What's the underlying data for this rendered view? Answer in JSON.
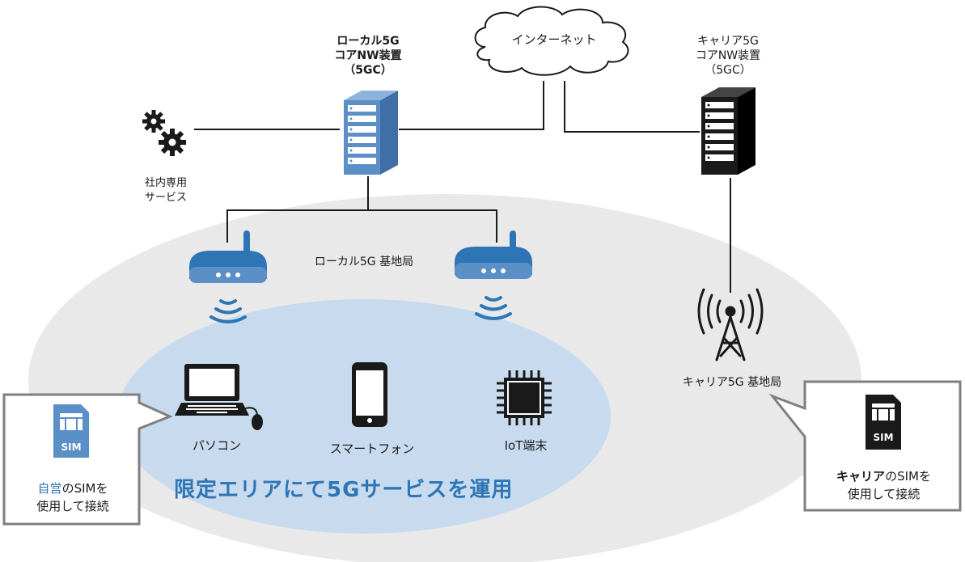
{
  "internet": {
    "label": "インターネット"
  },
  "local_core": {
    "line1": "ローカル5G",
    "line2": "コアNW装置",
    "line3": "（5GC）"
  },
  "carrier_core": {
    "line1": "キャリア5G",
    "line2": "コアNW装置",
    "line3": "（5GC）"
  },
  "internal_service": {
    "line1": "社内専用",
    "line2": "サービス"
  },
  "local_base_station": {
    "label": "ローカル5G 基地局"
  },
  "carrier_base_station": {
    "label": "キャリア5G 基地局"
  },
  "devices": {
    "pc": "パソコン",
    "smartphone": "スマートフォン",
    "iot": "IoT端末"
  },
  "area_caption": "限定エリアにて5Gサービスを運用",
  "left_callout": {
    "line1_highlight": "自営",
    "line1_rest": "のSIMを",
    "line2": "使用して接続",
    "sim_label": "SIM"
  },
  "right_callout": {
    "line1_highlight": "キャリア",
    "line1_rest": "のSIMを",
    "line2": "使用して接続",
    "sim_label": "SIM"
  },
  "colors": {
    "accent_blue": "#2e75b6",
    "area_gray": "#e8e8e8",
    "area_blue": "#c9dcee",
    "server_blue": "#5b8fc7"
  }
}
